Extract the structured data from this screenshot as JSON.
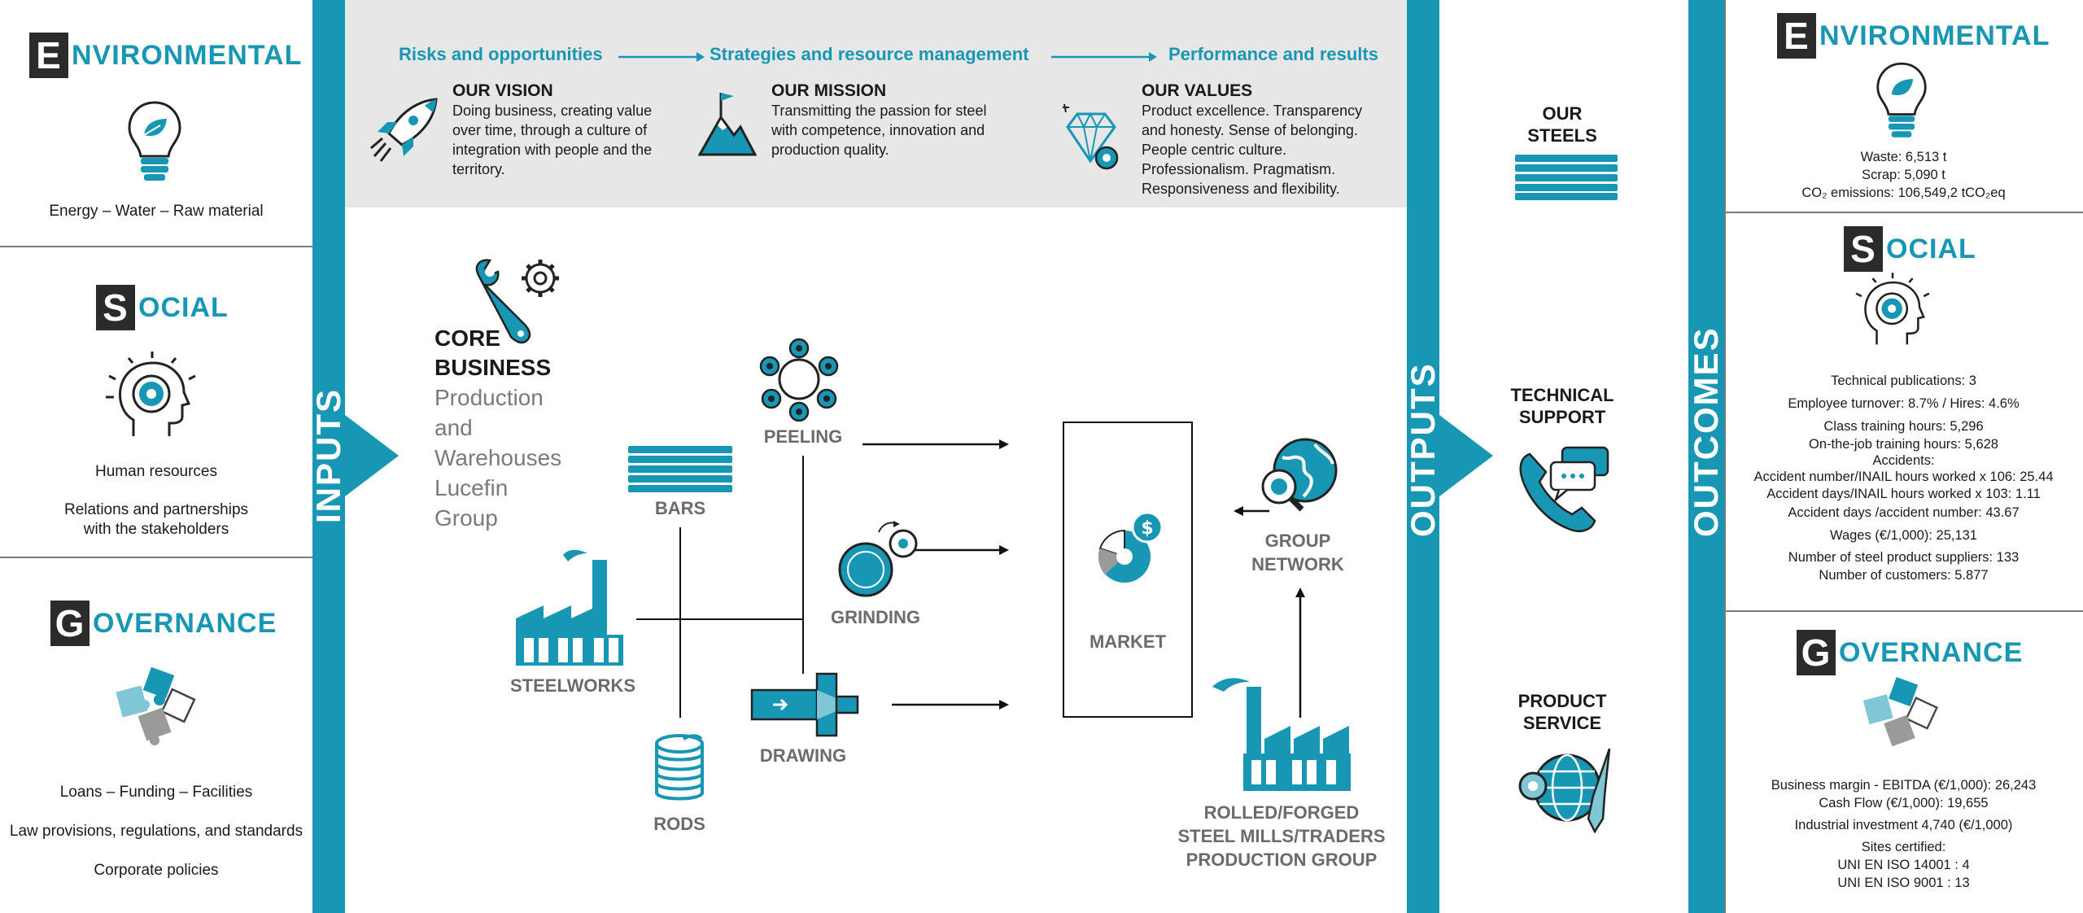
{
  "colors": {
    "accent": "#1797b3",
    "dark": "#2b2b2b",
    "gray": "#6b6b6b",
    "band": "#e7e7e7"
  },
  "inputs": {
    "label": "INPUTS",
    "environmental": {
      "letter": "E",
      "title": "NVIRONMENTAL",
      "icon": "lightbulb-leaf-icon",
      "items": [
        "Energy – Water – Raw material"
      ]
    },
    "social": {
      "letter": "S",
      "title": "OCIAL",
      "icon": "head-gear-icon",
      "items": [
        "Human resources",
        "Relations and partnerships",
        "with the stakeholders"
      ]
    },
    "governance": {
      "letter": "G",
      "title": "OVERNANCE",
      "icon": "puzzle-icon",
      "items": [
        "Loans – Funding – Facilities",
        "Law provisions, regulations, and standards",
        "Corporate policies"
      ]
    }
  },
  "strategy": {
    "flow": [
      "Risks and opportunities",
      "Strategies and resource management",
      "Performance and results"
    ],
    "vision": {
      "title": "OUR VISION",
      "lines": [
        "Doing business, creating value",
        "over time, through a culture of",
        "integration with people and the",
        "territory."
      ],
      "icon": "rocket-icon"
    },
    "mission": {
      "title": "OUR MISSION",
      "lines": [
        "Transmitting the passion for steel",
        "with competence, innovation and",
        "production quality."
      ],
      "icon": "mountain-flag-icon"
    },
    "values": {
      "title": "OUR VALUES",
      "lines": [
        "Product excellence. Transparency",
        "and honesty. Sense of belonging.",
        "People centric culture.",
        "Professionalism. Pragmatism.",
        "Responsiveness and flexibility."
      ],
      "icon": "diamond-gear-icon"
    }
  },
  "core": {
    "title1": "CORE",
    "title2": "BUSINESS",
    "sub": [
      "Production",
      "and",
      "Warehouses",
      "Lucefin",
      "Group"
    ],
    "icon": "wrench-gear-icon"
  },
  "process": {
    "bars": "BARS",
    "steelworks": "STEELWORKS",
    "rods": "RODS",
    "peeling": "PEELING",
    "grinding": "GRINDING",
    "drawing": "DRAWING",
    "market": "MARKET",
    "group_network": [
      "GROUP",
      "NETWORK"
    ],
    "rolled": [
      "ROLLED/FORGED",
      "STEEL MILLS/TRADERS",
      "PRODUCTION GROUP"
    ]
  },
  "outputs": {
    "label": "OUTPUTS",
    "items": [
      {
        "lines": [
          "OUR",
          "STEELS"
        ],
        "icon": "steel-bars-icon"
      },
      {
        "lines": [
          "TECHNICAL",
          "SUPPORT"
        ],
        "icon": "phone-chat-icon"
      },
      {
        "lines": [
          "PRODUCT",
          "SERVICE"
        ],
        "icon": "globe-gear-icon"
      }
    ]
  },
  "outcomes": {
    "label": "OUTCOMES",
    "environmental": {
      "letter": "E",
      "title": "NVIRONMENTAL",
      "lines": [
        "Waste: 6,513 t",
        "Scrap: 5,090 t",
        "CO₂ emissions: 106,549,2 tCO₂eq"
      ]
    },
    "social": {
      "letter": "S",
      "title": "OCIAL",
      "lines": [
        "Technical publications: 3",
        "Employee turnover: 8.7% / Hires: 4.6%",
        "Class training hours: 5,296",
        "On-the-job training hours: 5,628",
        "Accidents:",
        "Accident number/INAIL hours worked x 106: 25.44",
        "Accident days/INAIL hours worked x 103: 1.11",
        "Accident days /accident number: 43.67",
        "Wages (€/1,000): 25,131",
        "Number of steel product suppliers: 133",
        "Number of customers: 5.877"
      ]
    },
    "governance": {
      "letter": "G",
      "title": "OVERNANCE",
      "lines": [
        "Business margin - EBITDA (€/1,000): 26,243",
        "Cash Flow (€/1,000): 19,655",
        "Industrial investment 4,740 (€/1,000)",
        "Sites certified:",
        "UNI EN ISO 14001 : 4",
        "UNI EN ISO 9001 : 13"
      ]
    }
  }
}
